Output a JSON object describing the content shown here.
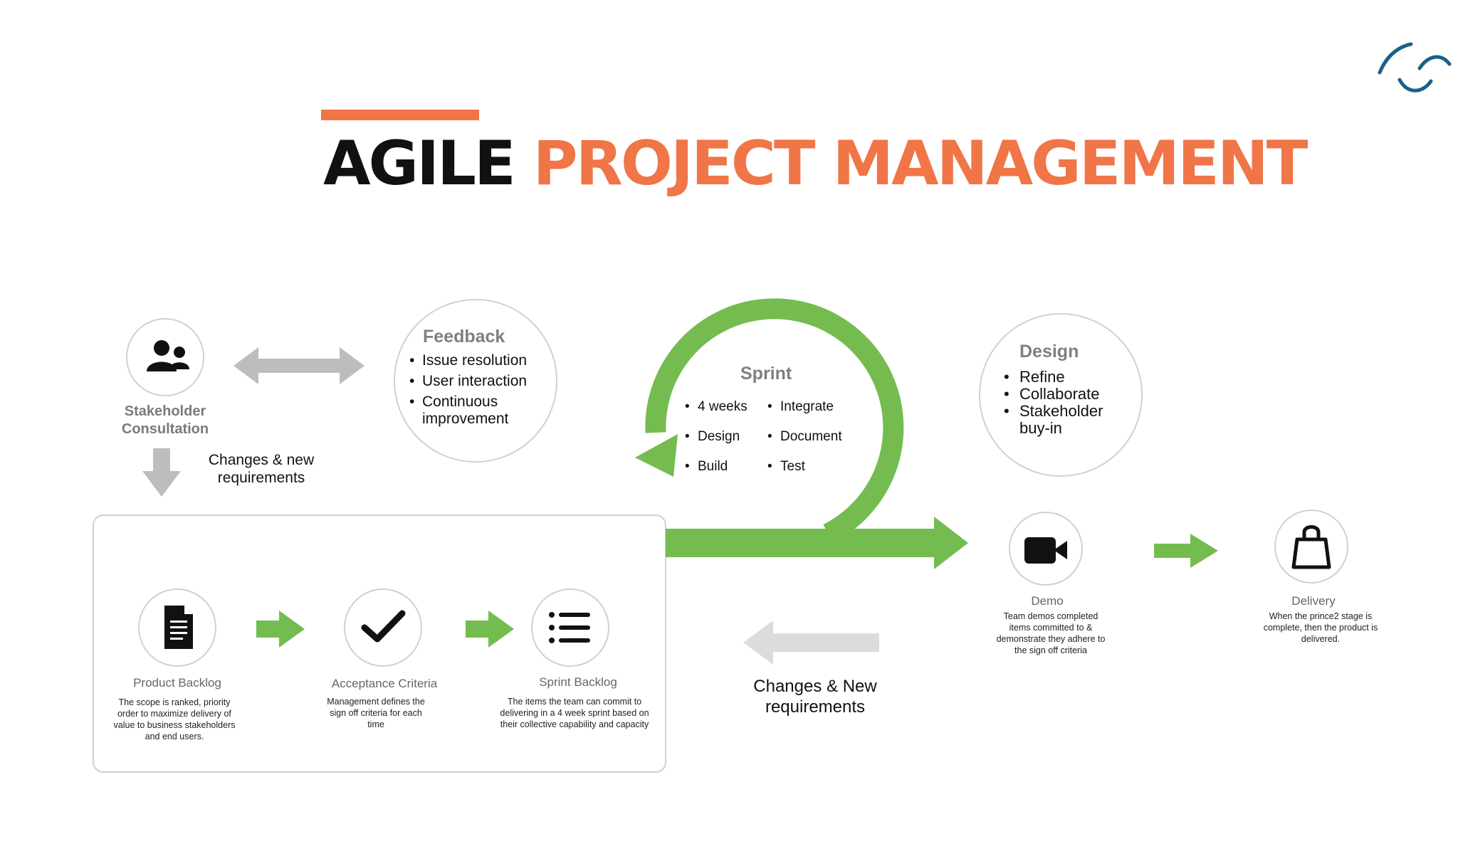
{
  "header": {
    "title_part1": "AGILE",
    "title_part2": "PROJECT MANAGEMENT",
    "accent_color": "#f07547",
    "logo": "wave-logo-icon"
  },
  "colors": {
    "green": "#74bc4f",
    "gray_arrow": "#bdbdbd",
    "light_gray_arrow": "#dcdcdc",
    "circle_border": "#d0d0d0"
  },
  "stakeholder": {
    "icon": "users-icon",
    "label": "Stakeholder Consultation",
    "changes_label": "Changes & new requirements"
  },
  "feedback": {
    "title": "Feedback",
    "items": [
      "Issue resolution",
      "User interaction",
      "Continuous improvement"
    ]
  },
  "sprint": {
    "title": "Sprint",
    "items": [
      "4 weeks",
      "Integrate",
      "Design",
      "Document",
      "Build",
      "Test"
    ]
  },
  "design": {
    "title": "Design",
    "items": [
      "Refine",
      "Collaborate",
      "Stakeholder buy-in"
    ]
  },
  "backlog_steps": [
    {
      "icon": "document-icon",
      "title": "Product Backlog",
      "desc": "The scope is ranked, priority order to maximize delivery of value to business stakeholders and end users."
    },
    {
      "icon": "checkmark-icon",
      "title": "Acceptance Criteria",
      "desc": "Management defines the sign off criteria for each time"
    },
    {
      "icon": "list-icon",
      "title": "Sprint Backlog",
      "desc": "The items the team can commit to delivering in a 4 week sprint based on their collective capability and capacity"
    }
  ],
  "demo": {
    "icon": "video-camera-icon",
    "title": "Demo",
    "desc": "Team demos completed items committed to & demonstrate they adhere to the sign off criteria"
  },
  "delivery": {
    "icon": "shopping-bag-icon",
    "title": "Delivery",
    "desc": "When the prince2 stage is complete, then the product is delivered."
  },
  "return_flow": {
    "label": "Changes & New requirements"
  }
}
